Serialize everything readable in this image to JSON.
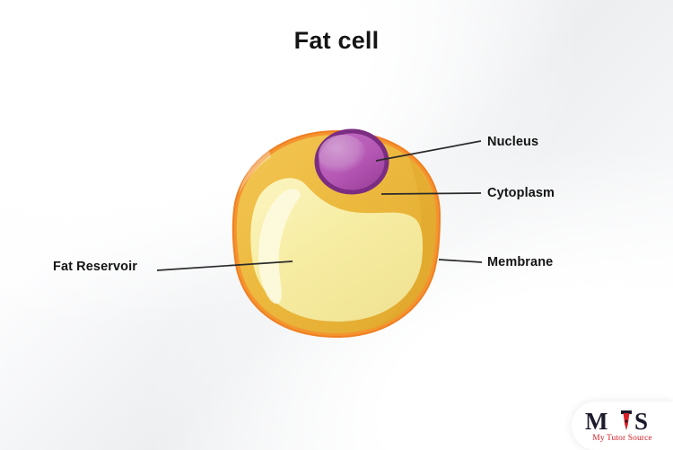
{
  "diagram": {
    "title": "Fat cell",
    "labels": [
      {
        "id": "nucleus",
        "text": "Nucleus"
      },
      {
        "id": "cytoplasm",
        "text": "Cytoplasm"
      },
      {
        "id": "membrane",
        "text": "Membrane"
      },
      {
        "id": "fat_reservoir",
        "text": "Fat Reservoir"
      }
    ],
    "parts": {
      "membrane_label": "Membrane",
      "cytoplasm_label": "Cytoplasm",
      "nucleus_label": "Nucleus",
      "fat_reservoir_label": "Fat Reservoir"
    }
  },
  "colors": {
    "title_text": "#141414",
    "label_text": "#141414",
    "leader_line": "#2b2b2b",
    "membrane_outline": "#f08b2c",
    "cytoplasm": "#eab63c",
    "cytoplasm_shade": "#e0a92f",
    "fat_reservoir": "#f6eca2",
    "fat_highlight": "#fdf8d2",
    "nucleus_outline": "#7b2d82",
    "nucleus_body": "#b457b4",
    "nucleus_highlight": "#c98ac9",
    "background_light": "#ffffff",
    "background_gray": "#eceef0",
    "logo_dark": "#1b1b2b",
    "logo_red": "#d81f26"
  },
  "logo": {
    "mark": "MTS",
    "mark_left": "M",
    "mark_right": "S",
    "tagline": "My Tutor Source"
  }
}
